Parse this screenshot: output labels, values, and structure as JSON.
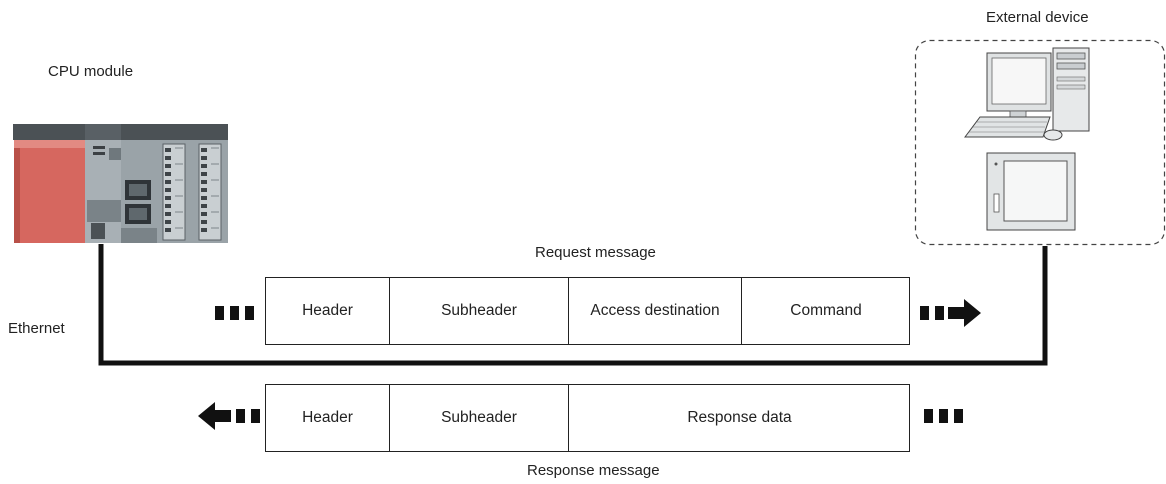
{
  "labels": {
    "cpu_module": "CPU module",
    "external_device": "External device",
    "ethernet": "Ethernet",
    "request_message": "Request message",
    "response_message": "Response message"
  },
  "request": {
    "fields": [
      "Header",
      "Subheader",
      "Access destination",
      "Command"
    ]
  },
  "response": {
    "fields": [
      "Header",
      "Subheader",
      "Response data"
    ]
  },
  "colors": {
    "line": "#111111",
    "cpu_red": "#d6675f",
    "module_gray": "#9aa3a8"
  }
}
